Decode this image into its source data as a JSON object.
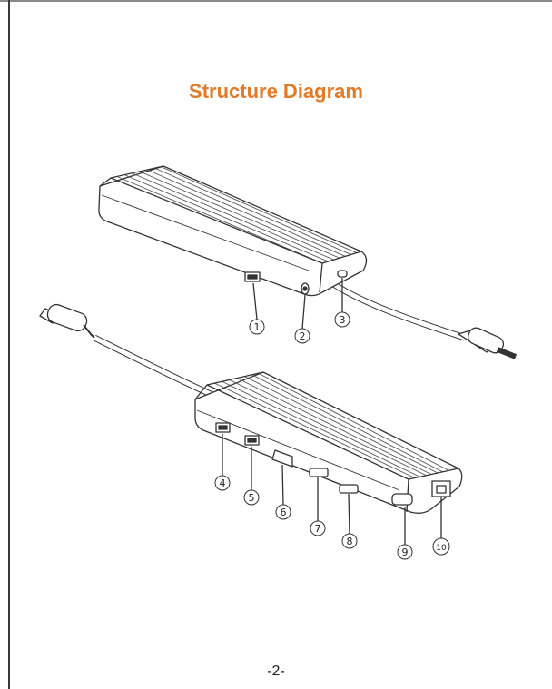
{
  "page": {
    "title": "Structure Diagram",
    "page_number": "-2-",
    "title_color": "#e07b2a"
  },
  "diagram": {
    "callouts": [
      "1",
      "2",
      "3",
      "4",
      "5",
      "6",
      "7",
      "8",
      "9",
      "10"
    ]
  }
}
